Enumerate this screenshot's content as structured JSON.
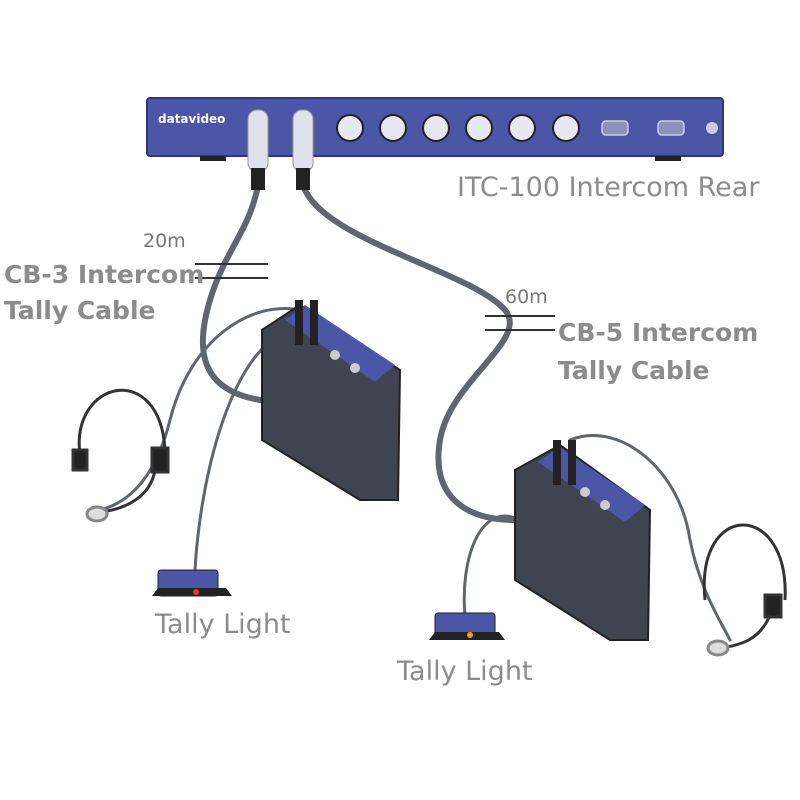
{
  "device": {
    "logo": "datavideo",
    "caption": "ITC-100 Intercom Rear"
  },
  "cable_left": {
    "length": "20m",
    "name_line1": "CB-3 Intercom",
    "name_line2": "Tally Cable"
  },
  "cable_right": {
    "length": "60m",
    "name_line1": "CB-5 Intercom",
    "name_line2": "Tally Cable"
  },
  "tally_left": {
    "label": "Tally Light"
  },
  "tally_right": {
    "label": "Tally Light"
  },
  "colors": {
    "device_blue": "#4b56a6",
    "text_gray": "#8c8c8c",
    "cable": "#5f6670",
    "beltpack": "#3e4450"
  }
}
